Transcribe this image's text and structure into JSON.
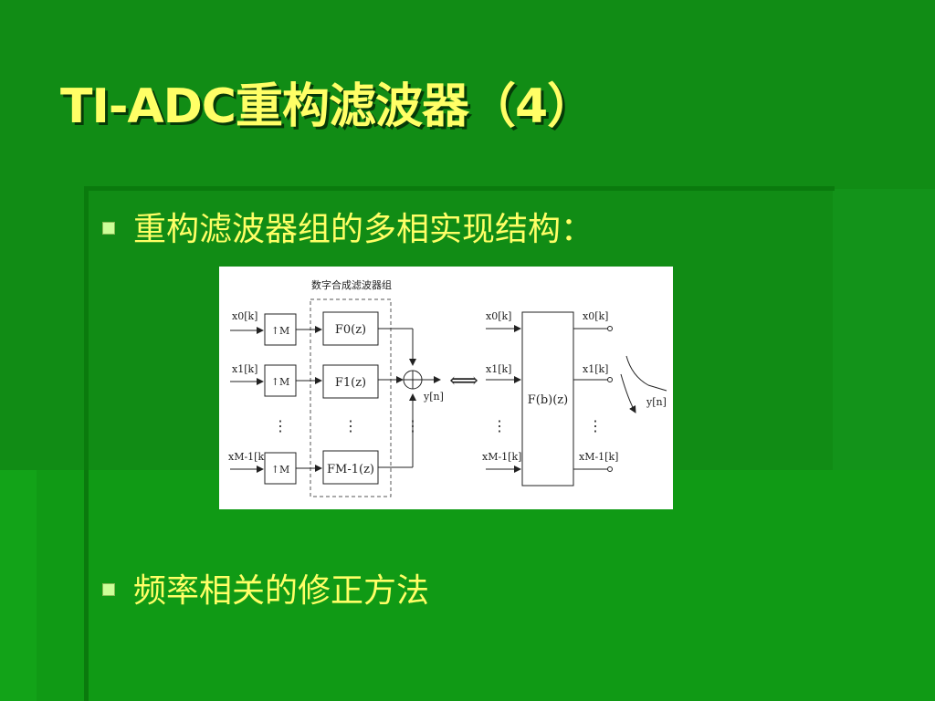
{
  "slide": {
    "title": "TI-ADC重构滤波器（4）",
    "bullets": [
      "重构滤波器组的多相实现结构：",
      "频率相关的修正方法"
    ]
  },
  "diagram": {
    "group_label": "数字合成滤波器组",
    "inputs_left": [
      "x0[k]",
      "x1[k]",
      "xM-1[k]"
    ],
    "upsamplers": [
      "↑M",
      "↑M",
      "↑M"
    ],
    "filters": [
      "F0(z)",
      "F1(z)",
      "FM-1(z)"
    ],
    "sum_output": "y[n]",
    "equivalence_symbol": "⟺",
    "inputs_right": [
      "x0[k]",
      "x1[k]",
      "xM-1[k]"
    ],
    "big_filter": "F(b)(z)",
    "outputs_right": [
      "x0[k]",
      "x1[k]",
      "xM-1[k]"
    ],
    "commutator_output": "y[n]",
    "ellipsis": "⋮"
  },
  "colors": {
    "background": "#0e8a12",
    "title": "#ffff66",
    "text": "#ffff66"
  }
}
